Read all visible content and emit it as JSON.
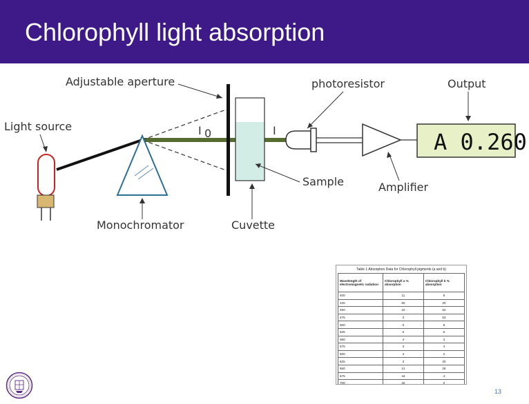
{
  "slide": {
    "title": "Chlorophyll light absorption",
    "page_number": "13"
  },
  "diagram": {
    "labels": {
      "adjustable_aperture": "Adjustable aperture",
      "photoresistor": "photoresistor",
      "output": "Output",
      "light_source": "Light source",
      "i0": "I",
      "i0_sub": "0",
      "i": "I",
      "sample": "Sample",
      "amplifier": "Amplifier",
      "monochromator": "Monochromator",
      "cuvette": "Cuvette"
    },
    "display_reading": "A 0.260",
    "colors": {
      "title_bar": "#3d1a87",
      "beam": "#556b2f",
      "cuvette_fill": "#d2ece6",
      "display_bg": "#e8f0c8",
      "lamp_bulb": "#cc2222",
      "lamp_base": "#d8b870"
    }
  },
  "table": {
    "caption": "Table 1 Absorption Data for Chlorophyll pigments (a and b)",
    "columns": [
      "Wavelength of electromagnetic radiation",
      "Chlorophyll a % absorption",
      "Chlorophyll b % absorption"
    ],
    "rows": [
      [
        "400",
        "11",
        "8"
      ],
      [
        "425",
        "60",
        "20"
      ],
      [
        "450",
        "10",
        "62"
      ],
      [
        "475",
        "3",
        "53"
      ],
      [
        "500",
        "0",
        "8"
      ],
      [
        "525",
        "0",
        "6"
      ],
      [
        "550",
        "4",
        "3"
      ],
      [
        "575",
        "3",
        "4"
      ],
      [
        "600",
        "4",
        "2"
      ],
      [
        "625",
        "3",
        "20"
      ],
      [
        "650",
        "21",
        "29"
      ],
      [
        "675",
        "44",
        "4"
      ],
      [
        "700",
        "32",
        "0"
      ]
    ]
  }
}
